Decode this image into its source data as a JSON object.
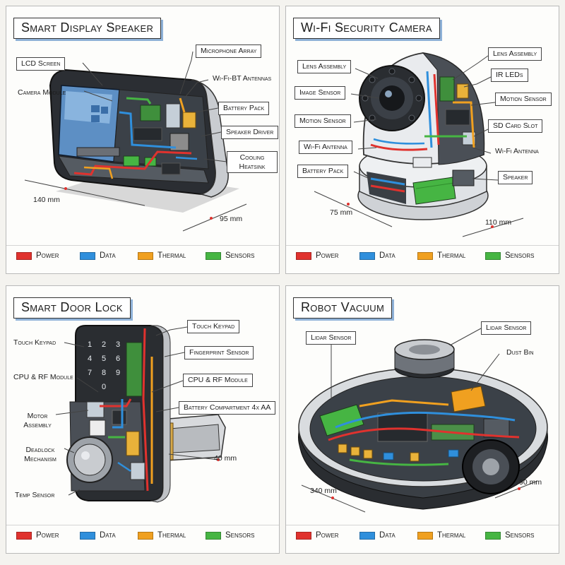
{
  "legend": {
    "power": {
      "label": "Power",
      "color": "#e0322e"
    },
    "data": {
      "label": "Data",
      "color": "#2f8fdc"
    },
    "thermal": {
      "label": "Thermal",
      "color": "#f0a020"
    },
    "sensors": {
      "label": "Sensors",
      "color": "#46b543"
    }
  },
  "panels": [
    {
      "title": "Smart Display Speaker",
      "labels": {
        "lcd_screen": "LCD Screen",
        "camera_module": "Camera Module",
        "microphone_array": "Microphone Array",
        "wifi_bt_antennas": "Wi-Fi-BT Antennas",
        "battery_pack": "Battery Pack",
        "speaker_driver": "Speaker Driver",
        "cooling_heatsink": "Cooling Heatsink"
      },
      "dimensions": {
        "width": "140 mm",
        "depth": "95 mm"
      }
    },
    {
      "title": "Wi-Fi Security Camera",
      "labels": {
        "lens_assembly_left": "Lens Assembly",
        "image_sensor": "Image Sensor",
        "motion_sensor_left": "Motion Sensor",
        "wifi_antenna_left": "Wi-Fi Antenna",
        "battery_pack": "Battery Pack",
        "lens_assembly_right": "Lens Assembly",
        "ir_leds": "IR LEDs",
        "motion_sensor_right": "Motion Sensor",
        "sd_card_slot": "SD Card Slot",
        "wifi_antenna_right": "Wi-Fi Antenna",
        "speaker": "Speaker"
      },
      "dimensions": {
        "width": "75 mm",
        "depth": "110 mm"
      }
    },
    {
      "title": "Smart Door Lock",
      "labels": {
        "touch_keypad_left": "Touch Keypad",
        "cpu_rf_left": "CPU & RF Module",
        "motor_assembly": "Motor Assembly",
        "deadlock_mechanism": "Deadlock Mechanism",
        "temp_sensor": "Temp Sensor",
        "touch_keypad_right": "Touch Keypad",
        "fingerprint_sensor": "Fingerprint Sensor",
        "cpu_rf_right": "CPU & RF Module",
        "battery_compartment": "Battery Compartment 4x AA"
      },
      "dimensions": {
        "bolt": "40 mm"
      }
    },
    {
      "title": "Robot Vacuum",
      "labels": {
        "lidar_sensor_left": "Lidar Sensor",
        "lidar_sensor_right": "Lidar Sensor",
        "dust_bin": "Dust Bin"
      },
      "dimensions": {
        "diameter": "340 mm",
        "height": "90 mm"
      }
    }
  ]
}
